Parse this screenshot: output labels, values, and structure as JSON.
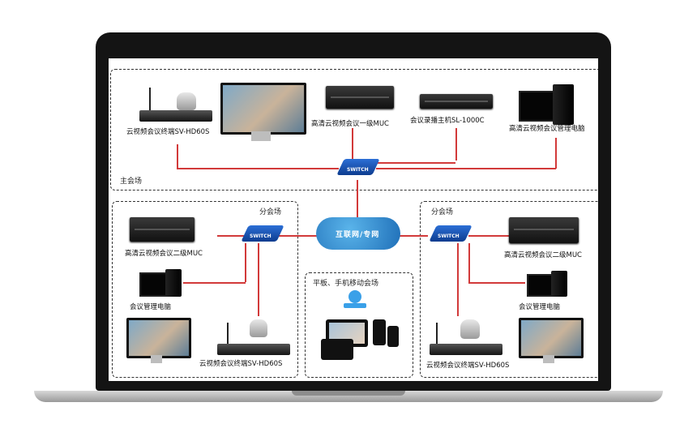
{
  "zones": {
    "main": "主会场",
    "branch_left": "分会场",
    "branch_right": "分会场",
    "mobile": "平板、手机移动会场"
  },
  "devices": {
    "main_terminal": "云视频会议终端SV-HD60S",
    "main_muc": "高清云视频会议一级MUC",
    "recorder": "会议录播主机SL-1000C",
    "main_pc": "高清云视频会议管理电脑",
    "left_muc": "高清云视频会议二级MUC",
    "left_pc": "会议管理电脑",
    "left_terminal": "云视频会议终端SV-HD60S",
    "right_muc": "高清云视频会议二级MUC",
    "right_pc": "会议管理电脑",
    "right_terminal": "云视频会议终端SV-HD60S"
  },
  "switch_text": "SWITCH",
  "cloud_text": "互联网/专网",
  "colors": {
    "link": "#d23a3a",
    "switch": "#1e5cc0",
    "cloud": "#2a86d0"
  }
}
